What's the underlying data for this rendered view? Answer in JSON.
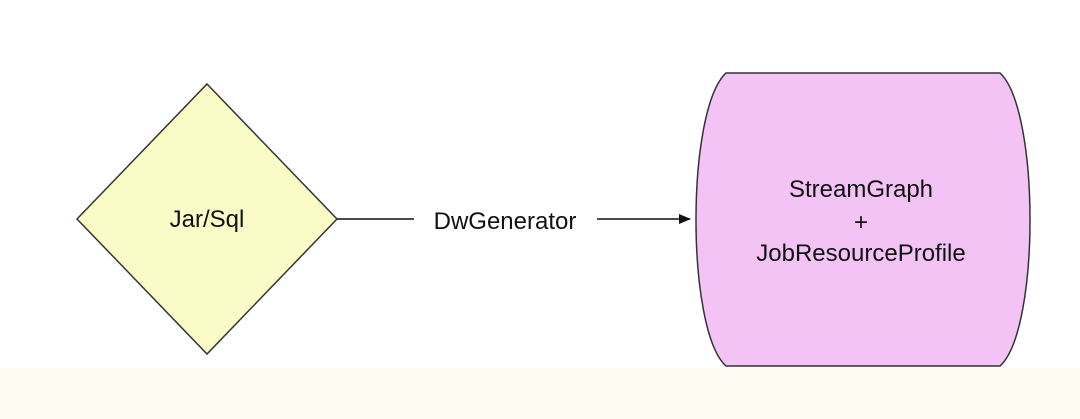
{
  "diagram": {
    "source_node": {
      "label": "Jar/Sql",
      "fill": "#fbfbc8",
      "stroke": "#333333"
    },
    "edge": {
      "label": "DwGenerator",
      "stroke": "#111111"
    },
    "target_node": {
      "line1": "StreamGraph",
      "line2": "+",
      "line3": "JobResourceProfile",
      "fill": "#f3c3f6",
      "stroke": "#333333"
    }
  }
}
